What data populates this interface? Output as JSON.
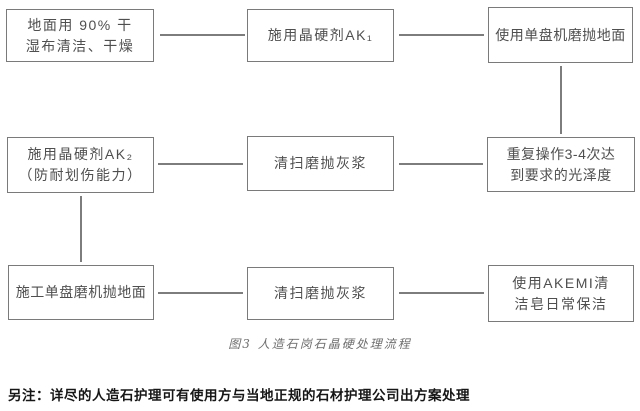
{
  "flowchart": {
    "nodes": [
      {
        "id": "clean-floor",
        "label": "地面用 90% 干\n湿布清洁、干燥"
      },
      {
        "id": "apply-ak1",
        "label": "施用晶硬剂AK₁"
      },
      {
        "id": "polish-machine",
        "label": "使用单盘机磨抛地面"
      },
      {
        "id": "repeat-3-4-times",
        "label": "重复操作3-4次达\n到要求的光泽度"
      },
      {
        "id": "sweep-slurry-1",
        "label": "清扫磨抛灰浆"
      },
      {
        "id": "apply-ak2",
        "label": "施用晶硬剂AK₂\n（防耐划伤能力）"
      },
      {
        "id": "single-disc-polish",
        "label": "施工单盘磨机抛地面"
      },
      {
        "id": "sweep-slurry-2",
        "label": "清扫磨抛灰浆"
      },
      {
        "id": "akemi-daily-care",
        "label": "使用AKEMI清\n洁皂日常保洁"
      }
    ],
    "caption": "图3 人造石岗石晶硬处理流程",
    "note": "另注：详尽的人造石护理可有使用方与当地正规的石材护理公司出方案处理",
    "colors": {
      "box_border": "#7a7a7a",
      "box_text": "#4f4f4f",
      "connector": "#7d7d7d",
      "caption_text": "#6e6e6e",
      "note_text": "#161616",
      "background": "#ffffff"
    }
  }
}
